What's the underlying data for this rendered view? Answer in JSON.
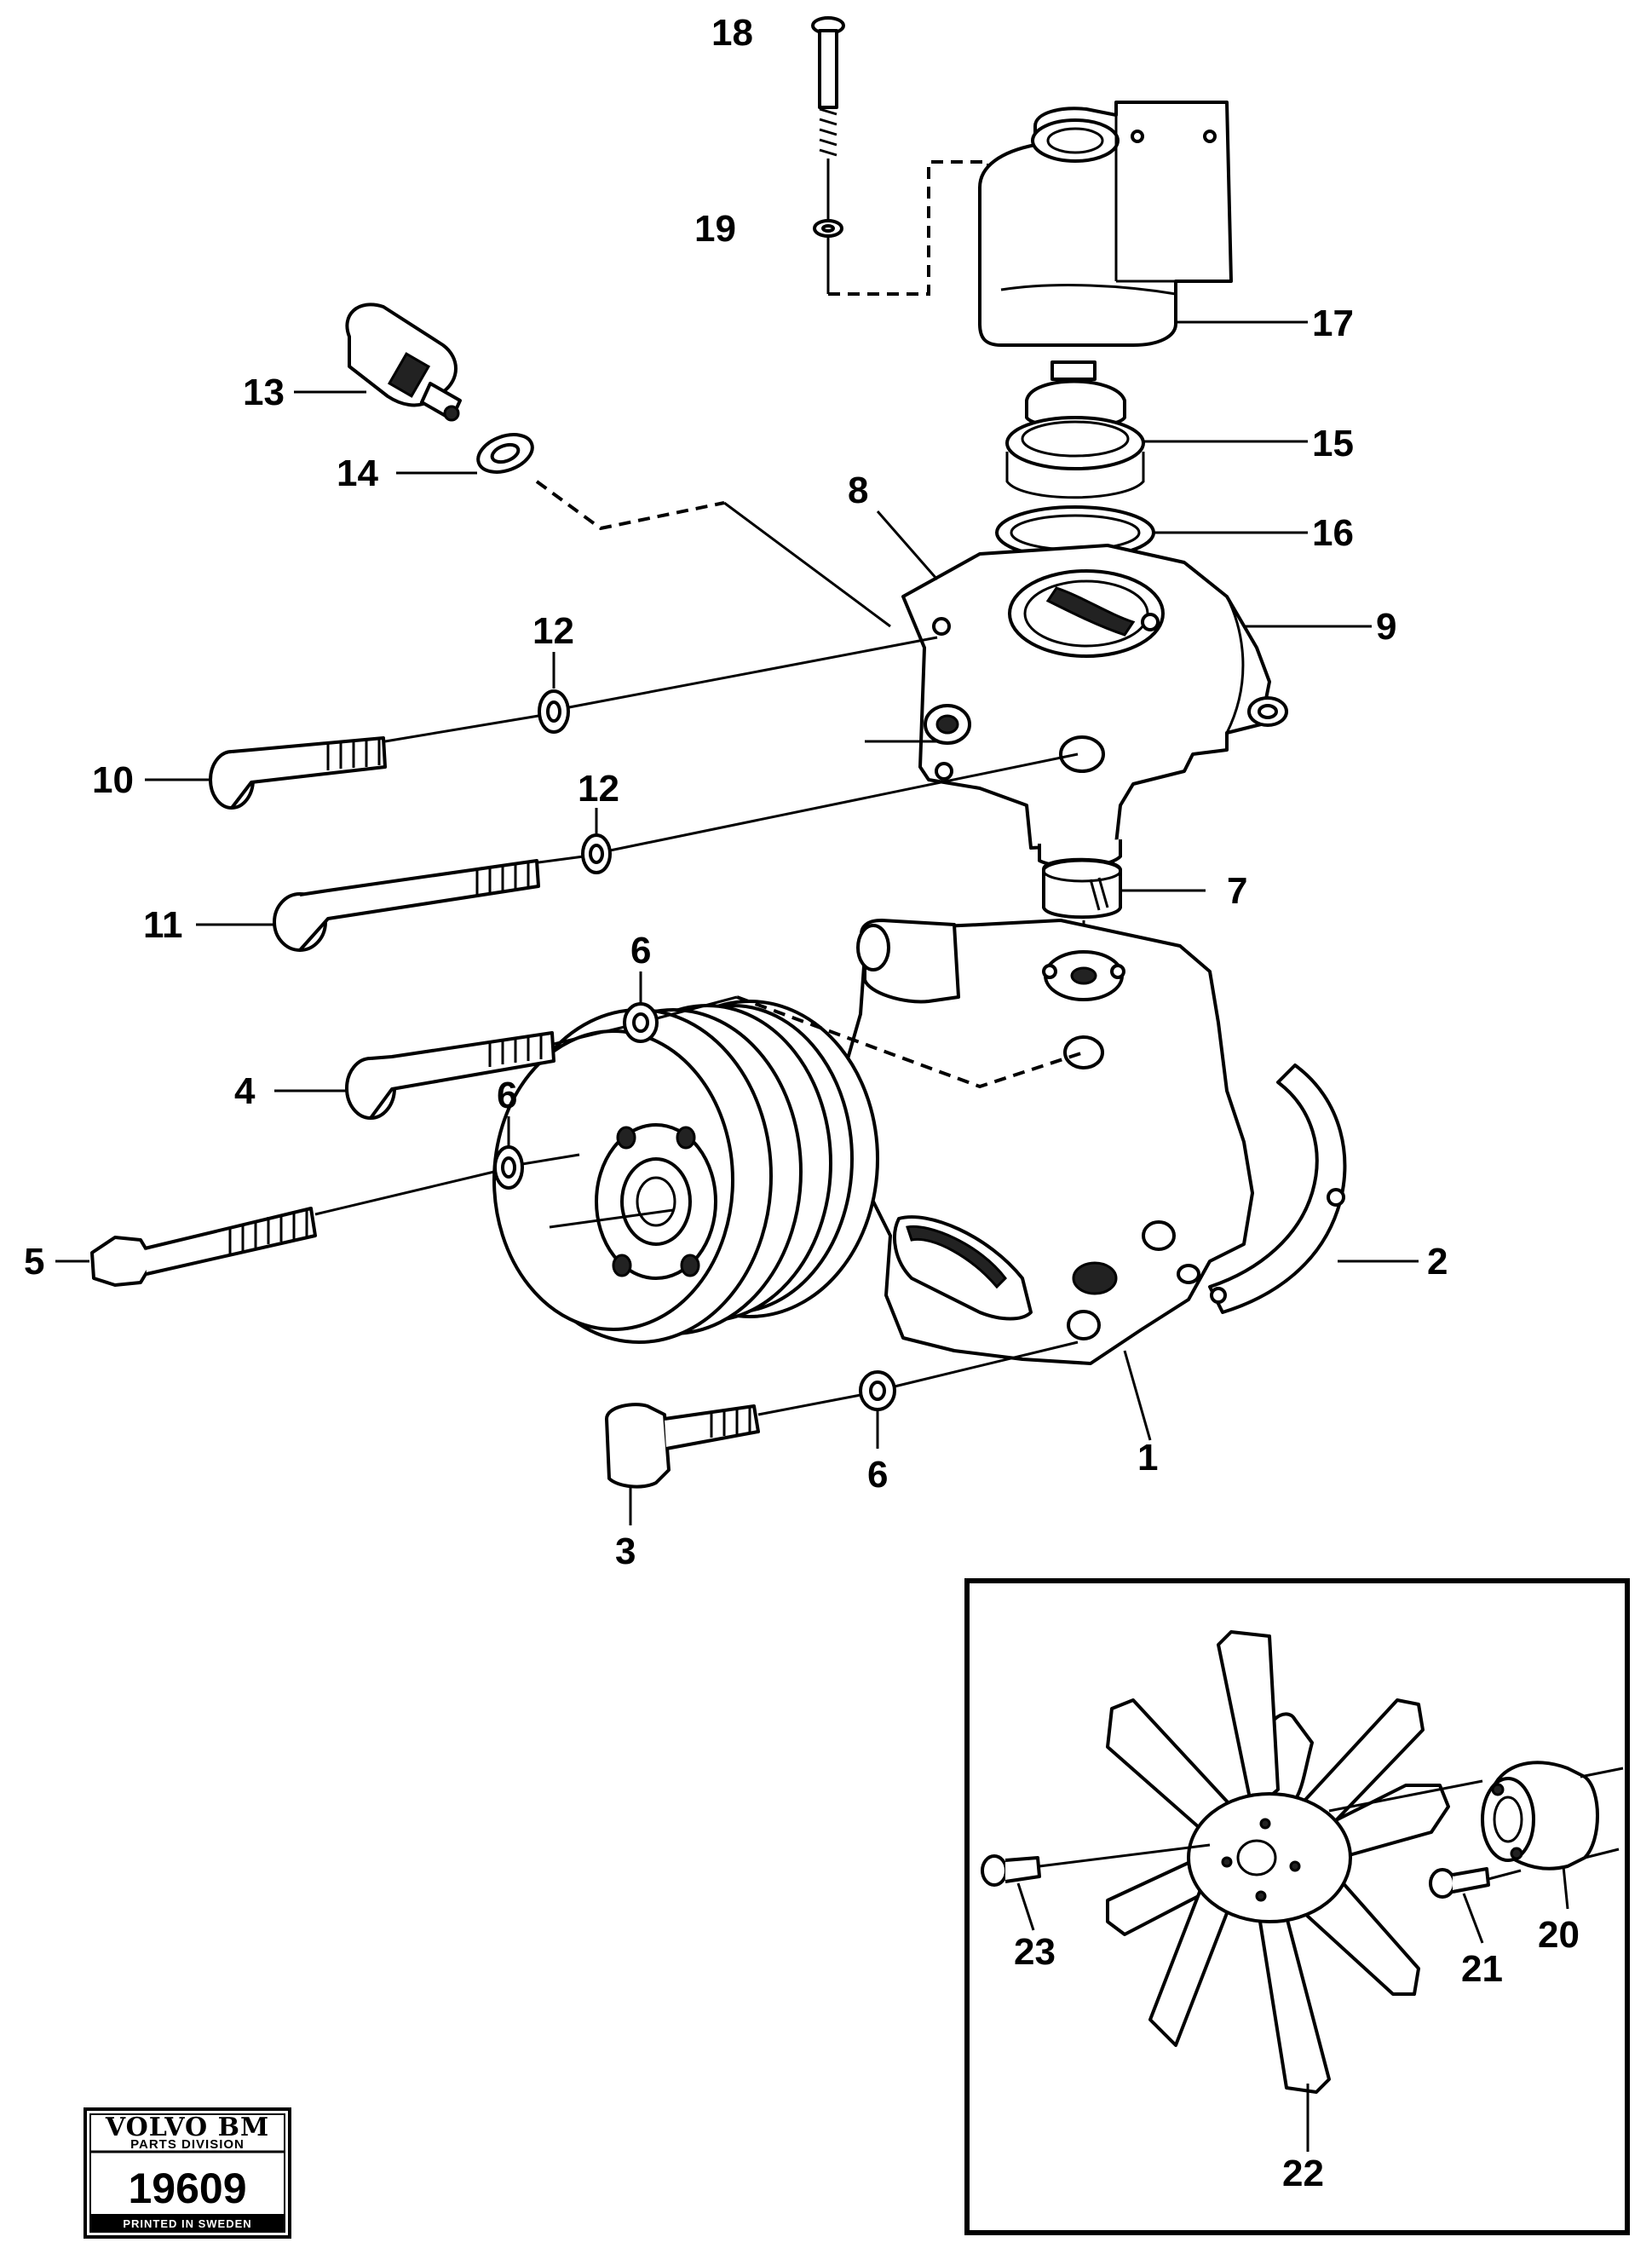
{
  "callouts": [
    {
      "id": "1",
      "text": "1"
    },
    {
      "id": "2",
      "text": "2"
    },
    {
      "id": "3",
      "text": "3"
    },
    {
      "id": "4",
      "text": "4"
    },
    {
      "id": "5",
      "text": "5"
    },
    {
      "id": "6a",
      "text": "6"
    },
    {
      "id": "6b",
      "text": "6"
    },
    {
      "id": "6c",
      "text": "6"
    },
    {
      "id": "7",
      "text": "7"
    },
    {
      "id": "8",
      "text": "8"
    },
    {
      "id": "9",
      "text": "9"
    },
    {
      "id": "10",
      "text": "10"
    },
    {
      "id": "11",
      "text": "11"
    },
    {
      "id": "12a",
      "text": "12"
    },
    {
      "id": "12b",
      "text": "12"
    },
    {
      "id": "13",
      "text": "13"
    },
    {
      "id": "14",
      "text": "14"
    },
    {
      "id": "15",
      "text": "15"
    },
    {
      "id": "16",
      "text": "16"
    },
    {
      "id": "17",
      "text": "17"
    },
    {
      "id": "18",
      "text": "18"
    },
    {
      "id": "19",
      "text": "19"
    },
    {
      "id": "20",
      "text": "20"
    },
    {
      "id": "21",
      "text": "21"
    },
    {
      "id": "22",
      "text": "22"
    },
    {
      "id": "23",
      "text": "23"
    }
  ],
  "stamp": {
    "brand": "VOLVO BM",
    "division": "PARTS DIVISION",
    "number": "19609",
    "printed": "PRINTED IN SWEDEN"
  }
}
